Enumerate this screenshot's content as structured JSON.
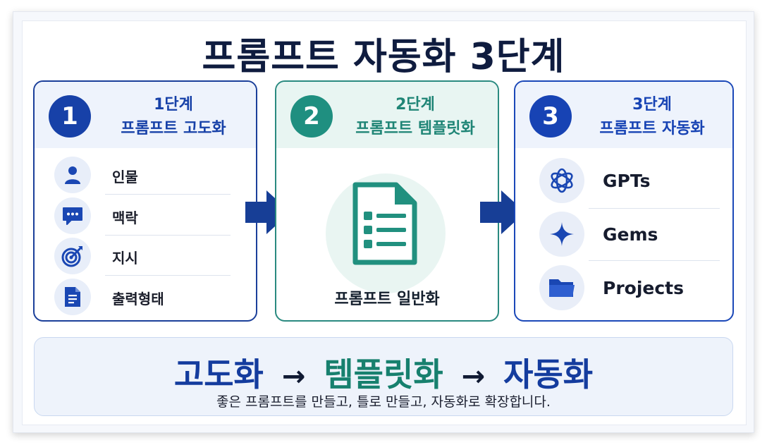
{
  "title": "프롬프트 자동화 3단계",
  "colors": {
    "blue": "#1741a8",
    "teal": "#1f8f80",
    "navy": "#0f1c3f"
  },
  "steps": [
    {
      "number": "1",
      "stage": "1단계",
      "name": "프롬프트 고도화",
      "items": [
        {
          "icon": "person-icon",
          "label": "인물"
        },
        {
          "icon": "chat-bubble-icon",
          "label": "맥락"
        },
        {
          "icon": "target-icon",
          "label": "지시"
        },
        {
          "icon": "document-icon",
          "label": "출력형태"
        }
      ]
    },
    {
      "number": "2",
      "stage": "2단계",
      "name": "프롬프트 템플릿화",
      "center_icon": "template-document-icon",
      "center_label": "프롬프트 일반화"
    },
    {
      "number": "3",
      "stage": "3단계",
      "name": "프롬프트 자동화",
      "tools": [
        {
          "icon": "openai-knot-icon",
          "label": "GPTs"
        },
        {
          "icon": "sparkle-star-icon",
          "label": "Gems"
        },
        {
          "icon": "folder-icon",
          "label": "Projects"
        }
      ]
    }
  ],
  "flow": {
    "step1": "고도화",
    "arrow1": "→",
    "step2": "템플릿화",
    "arrow2": "→",
    "step3": "자동화"
  },
  "summary": "좋은 프롬프트를 만들고, 틀로 만들고, 자동화로 확장합니다."
}
